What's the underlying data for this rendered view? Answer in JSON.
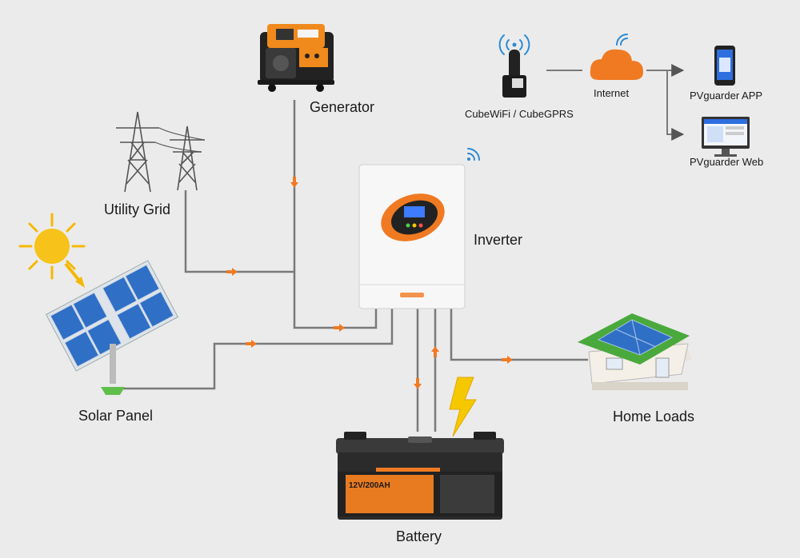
{
  "labels": {
    "generator": "Generator",
    "utility_grid": "Utility Grid",
    "inverter": "Inverter",
    "solar_panel": "Solar Panel",
    "home_loads": "Home Loads",
    "battery": "Battery",
    "cube_wifi": "CubeWiFi / CubeGPRS",
    "internet": "Internet",
    "pvguarder_app": "PVguarder APP",
    "pvguarder_web": "PVguarder Web"
  },
  "battery_label": {
    "model": "12V/200AH"
  },
  "colors": {
    "background": "#ebebeb",
    "wire": "#7a7a7a",
    "flow_arrow": "#f07a22",
    "inverter_accent": "#f07a22",
    "lightning": "#f5c800",
    "wifi": "#2a8ad6",
    "battery_body": "#2b2b2b",
    "solar_cell": "#2f6fc6",
    "roof": "#4aa93c"
  },
  "icons": [
    "generator-icon",
    "utility-tower-icon",
    "sun-icon",
    "solar-panel-icon",
    "inverter-icon",
    "battery-icon",
    "house-icon",
    "wifi-dongle-icon",
    "cloud-icon",
    "phone-icon",
    "monitor-icon",
    "lightning-icon"
  ]
}
